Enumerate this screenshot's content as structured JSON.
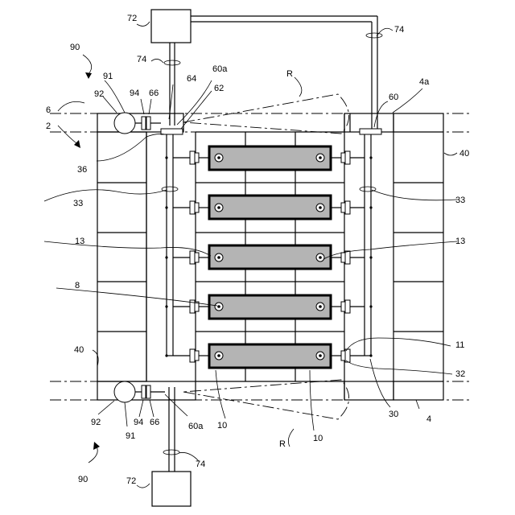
{
  "labels": {
    "l72_top": "72",
    "l74_top_right": "74",
    "l74_top_left": "74",
    "l90_top": "90",
    "l91_top": "91",
    "l94_top": "94",
    "l66_top": "66",
    "l64": "64",
    "l60a_top": "60a",
    "l62": "62",
    "l92_top": "92",
    "lR_top": "R",
    "l60": "60",
    "l4a": "4a",
    "l6": "6",
    "l2": "2",
    "l40_right": "40",
    "l36": "36",
    "l33_left": "33",
    "l33_right": "33",
    "l13_left": "13",
    "l13_right": "13",
    "l8": "8",
    "l40_left": "40",
    "l11": "11",
    "l32": "32",
    "l92_bottom": "92",
    "l94_bottom": "94",
    "l66_bottom": "66",
    "l60a_bottom": "60a",
    "l91_bottom": "91",
    "l10_a": "10",
    "l10_b": "10",
    "l30": "30",
    "l4": "4",
    "lR_bottom": "R",
    "l74_bottom": "74",
    "l90_bottom": "90",
    "l72_bottom": "72"
  }
}
